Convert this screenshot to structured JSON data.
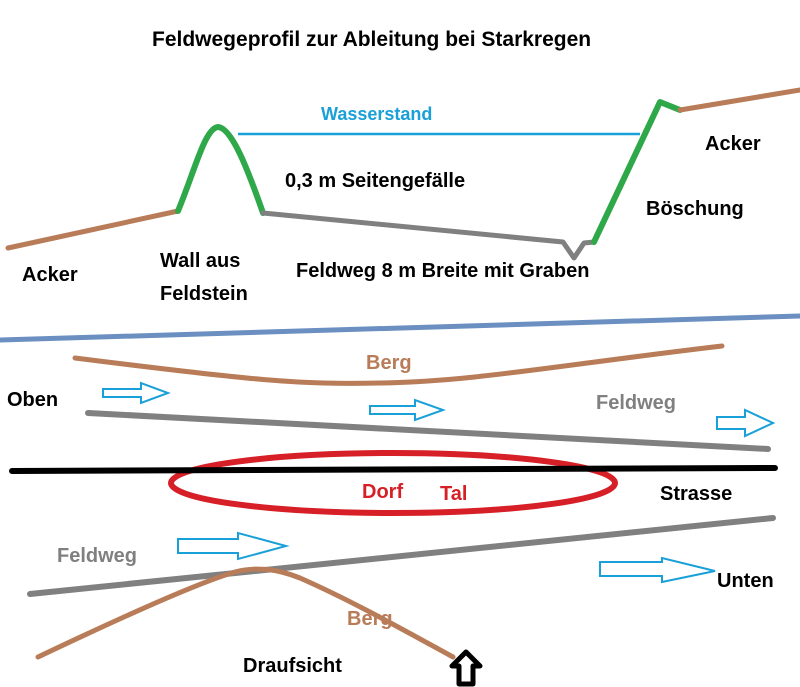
{
  "title": "Feldwegeprofil zur Ableitung bei Starkregen",
  "colors": {
    "acker": "#b87c58",
    "wall": "#2fa84a",
    "feldweg": "#808080",
    "wasserstand": "#1aa0d8",
    "divider": "#6a8fc0",
    "strasse": "#000000",
    "dorf": "#d61f26",
    "flow_arrow": "#1aa0d8"
  },
  "profile": {
    "acker_left": "Acker",
    "wall_line1": "Wall aus",
    "wall_line2": "Feldstein",
    "wasserstand": "Wasserstand",
    "seitengefaelle": "0,3 m Seitengefälle",
    "feldweg": "Feldweg 8 m Breite mit Graben",
    "boeschung": "Böschung",
    "acker_right": "Acker"
  },
  "topview": {
    "berg_top": "Berg",
    "oben": "Oben",
    "feldweg_top": "Feldweg",
    "dorf": "Dorf",
    "tal": "Tal",
    "strasse": "Strasse",
    "feldweg_bottom": "Feldweg",
    "unten": "Unten",
    "berg_bottom": "Berg",
    "draufsicht": "Draufsicht",
    "view_arrow_icon": "up-arrow-outline"
  }
}
